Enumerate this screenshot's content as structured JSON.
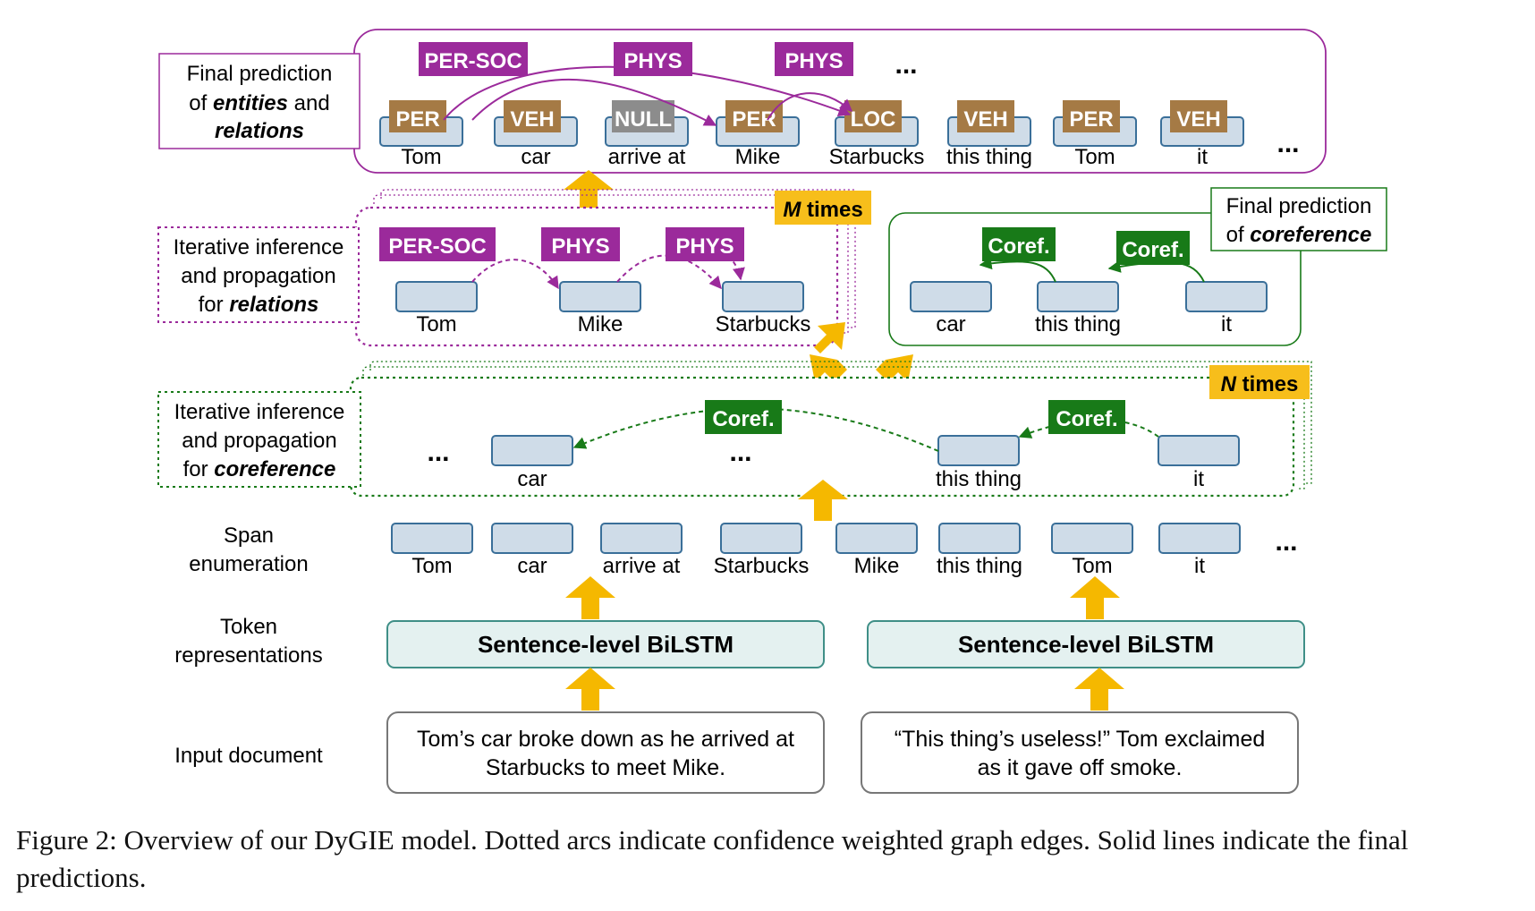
{
  "colors": {
    "relation": "#9b2a9b",
    "coref": "#187a18",
    "entity": "#a57a45",
    "null_tag": "#8c8c8c",
    "span_fill": "#cfdce8",
    "span_stroke": "#3a6f99",
    "bilstm_fill": "#e4f1f0",
    "bilstm_stroke": "#3f8f87",
    "arrow": "#f5b800",
    "times_badge": "#f7be1b"
  },
  "row_labels": {
    "final_prediction": [
      "Final prediction",
      "of ",
      "entities",
      " and",
      "relations"
    ],
    "relation_iteration": [
      "Iterative inference",
      "and propagation",
      "for ",
      "relations"
    ],
    "coref_iteration": [
      "Iterative inference",
      "and propagation",
      "for ",
      "coreference"
    ],
    "span_enumeration": [
      "Span",
      "enumeration"
    ],
    "token_representations": [
      "Token",
      "representations"
    ],
    "input_document": "Input document",
    "final_coref": [
      "Final prediction",
      "of ",
      "coreference"
    ]
  },
  "final_layer": {
    "entities": [
      {
        "tag": "PER",
        "span": "Tom"
      },
      {
        "tag": "VEH",
        "span": "car"
      },
      {
        "tag": "NULL",
        "span": "arrive at"
      },
      {
        "tag": "PER",
        "span": "Mike"
      },
      {
        "tag": "LOC",
        "span": "Starbucks"
      },
      {
        "tag": "VEH",
        "span": "this thing"
      },
      {
        "tag": "PER",
        "span": "Tom"
      },
      {
        "tag": "VEH",
        "span": "it"
      }
    ],
    "relations": [
      "PER-SOC",
      "PHYS",
      "PHYS"
    ],
    "ellipsis": "..."
  },
  "relation_layer": {
    "spans": [
      "Tom",
      "Mike",
      "Starbucks"
    ],
    "relations": [
      "PER-SOC",
      "PHYS",
      "PHYS"
    ],
    "times_badge": [
      "M",
      " times"
    ]
  },
  "coref_final": {
    "spans": [
      "car",
      "this thing",
      "it"
    ],
    "links": [
      "Coref.",
      "Coref."
    ]
  },
  "coref_layer": {
    "spans": [
      "car",
      "this thing",
      "it"
    ],
    "links": [
      "Coref.",
      "Coref."
    ],
    "ellipsis": "...",
    "times_badge": [
      "N",
      " times"
    ]
  },
  "span_enumeration": {
    "spans": [
      "Tom",
      "car",
      "arrive at",
      "Starbucks",
      "Mike",
      "this thing",
      "Tom",
      "it"
    ],
    "ellipsis": "..."
  },
  "bilstm": [
    "Sentence-level BiLSTM",
    "Sentence-level BiLSTM"
  ],
  "input_sentences": [
    [
      "Tom’s car broke down as he arrived at",
      "Starbucks to meet Mike."
    ],
    [
      "“This thing’s useless!” Tom exclaimed",
      "as it gave off smoke."
    ]
  ],
  "caption": "Figure 2: Overview of our DyGIE model. Dotted arcs indicate confidence weighted graph edges. Solid lines indicate the final predictions."
}
